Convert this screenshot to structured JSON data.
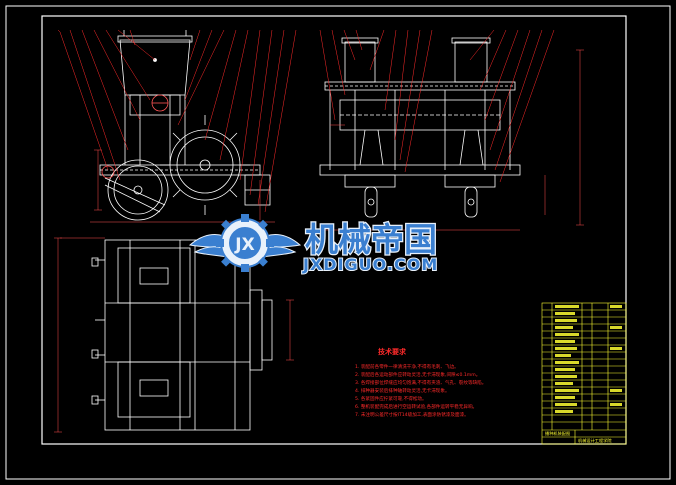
{
  "drawing": {
    "technical_requirements": {
      "title": "技术要求",
      "lines": [
        "1. 装配前各零件一律清洗干净,不得有毛刺、飞边。",
        "2. 装配后各运动部件应转动灵活,无卡滞现象,间隙≤0.1mm。",
        "3. 各焊接部位焊缝应均匀饱满,不得有夹渣、气孔、裂纹等缺陷。",
        "4. 排种器安装后排种轴转动灵活,无卡滞现象。",
        "5. 各紧固件应拧紧可靠,不得松动。",
        "6. 整机装配完成后进行空运转试验,各部件运转平稳无异响。",
        "7. 未注明公差尺寸按IT14级加工,表面涂防锈漆及面漆。"
      ]
    },
    "title_block": {
      "drawing_name": "播种机装配图",
      "unit_label": "机械设计工程学院"
    }
  },
  "watermark": {
    "chinese_text": "机械帝国",
    "english_text": "JXDIGUO.COM",
    "logo_text": "JX"
  },
  "colors": {
    "background": "#000000",
    "border": "#ffffff",
    "leader": "#ff2a2a",
    "geometry": "#ffffff",
    "dimension": "#ff4d4d",
    "title_block": "#ffff33",
    "watermark_blue": "#3a7fd0",
    "watermark_light": "#e8f1fb"
  }
}
